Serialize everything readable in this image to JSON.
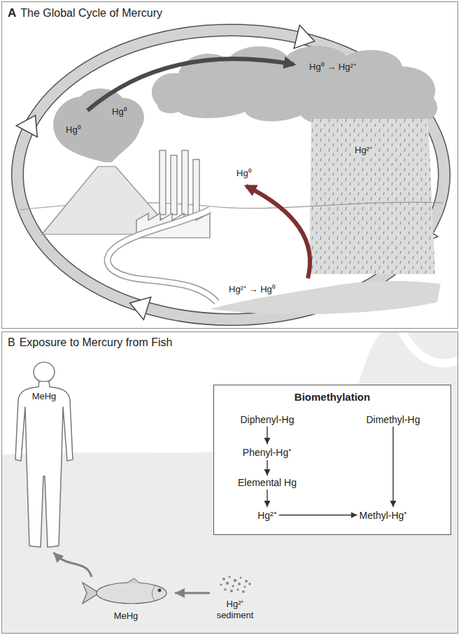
{
  "diagram": {
    "nodes": [
      {
        "text": [
          "A",
          "The Global Cycle of Mercury"
        ]
      },
      {
        "text": [
          "B",
          "Exposure to Mercury from Fish"
        ]
      },
      {
        "text": [
          "MeHg"
        ],
        "in": 1
      },
      {
        "text": [
          "Biomethylation"
        ],
        "in": 1
      },
      {
        "text": [
          "Diphenyl-Hg"
        ],
        "in": 3
      },
      {
        "text": [
          "Dimethyl-Hg"
        ],
        "in": 3
      },
      {
        "text": [
          "Phenyl-Hg⁺"
        ],
        "in": 3
      },
      {
        "text": [
          "Elemental Hg"
        ],
        "in": 3
      },
      {
        "text": [
          "Hg²⁺"
        ],
        "in": 3
      },
      {
        "text": [
          "Methyl-Hg⁺"
        ],
        "in": 3
      },
      {
        "text": [
          "MeHg"
        ],
        "in": 1
      },
      {
        "text": [
          "Hg²⁺ sediment"
        ],
        "in": 1
      }
    ],
    "edges": [
      {
        "from": 4,
        "to": 6,
        "arrow": "to"
      },
      {
        "from": 6,
        "to": 7,
        "arrow": "to"
      },
      {
        "from": 7,
        "to": 8,
        "arrow": "to"
      },
      {
        "from": 8,
        "to": 9,
        "arrow": "to"
      },
      {
        "from": 5,
        "to": 9,
        "arrow": "to"
      },
      {
        "from": 11,
        "to": 10,
        "arrow": "to"
      },
      {
        "from": 10,
        "to": 2,
        "arrow": "to"
      }
    ],
    "labels": [
      "Hg⁰",
      "Hg⁰",
      "Hg⁰ → Hg²⁺",
      "Hg²⁺",
      "Hg⁰",
      "Hg²⁺ → Hg⁰"
    ]
  }
}
